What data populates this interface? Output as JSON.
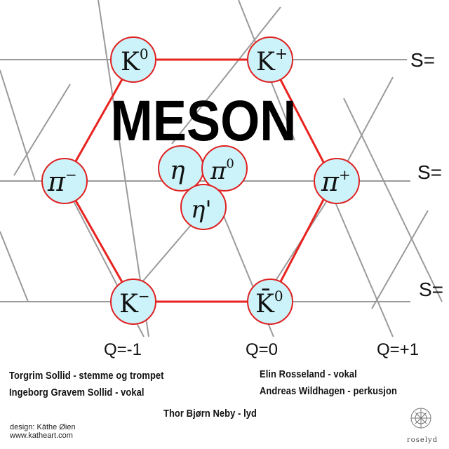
{
  "title": "MESON",
  "particles": {
    "k0": "K",
    "k0_sup": "0",
    "kplus": "K",
    "kplus_sup": "+",
    "piminus": "π",
    "piminus_sup": "−",
    "piplus": "π",
    "piplus_sup": "+",
    "kminus": "K",
    "kminus_sup": "−",
    "k0bar": "K̄",
    "k0bar_sup": "0",
    "eta": "η",
    "pi0": "π",
    "pi0_sup": "0",
    "etaprime": "η'"
  },
  "strangeness_labels": [
    "S=",
    "S=",
    "S="
  ],
  "charge_labels": [
    "Q=-1",
    "Q=0",
    "Q=+1"
  ],
  "credits": {
    "left1": "Torgrim Sollid - stemme og trompet",
    "left2": "Ingeborg Gravem Sollid - vokal",
    "right1": "Elin Rosseland - vokal",
    "right2": "Andreas Wildhagen - perkusjon",
    "center": "Thor Bjørn Neby -  lyd"
  },
  "design_credit": {
    "line1": "design: Käthe Øien",
    "line2": "www.katheart.com"
  },
  "label_logo": "roselyd",
  "colors": {
    "hexagon": "#e8231f",
    "particle_fill": "#cdf3fa",
    "particle_stroke": "#e02020",
    "grid": "#9a9a9a",
    "title": "#000000"
  }
}
